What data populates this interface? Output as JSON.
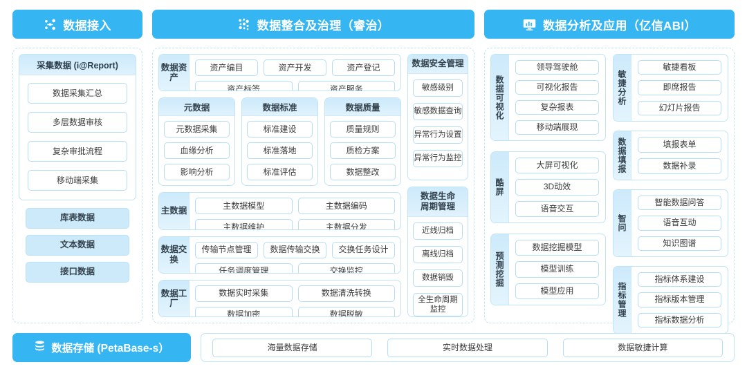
{
  "banners": {
    "accession": {
      "label": "数据接入",
      "icon": "nodes-icon",
      "color": "#35b6f2"
    },
    "governance": {
      "label": "数据整合及治理（睿治）",
      "icon": "dots-network-icon",
      "color": "#35b6f2"
    },
    "analysis": {
      "label": "数据分析及应用（亿信ABI）",
      "icon": "monitor-chart-icon",
      "color": "#35b6f2"
    },
    "storage": {
      "label": "数据存储 (PetaBase-s）",
      "icon": "database-icon",
      "color": "#35b6f2"
    }
  },
  "accession": {
    "card": {
      "title": "采集数据 (i@Report)",
      "items": [
        "数据采集汇总",
        "多层数据审核",
        "复杂审批流程",
        "移动端采集"
      ]
    },
    "sources": [
      "库表数据",
      "文本数据",
      "接口数据"
    ]
  },
  "governance": {
    "asset_row": {
      "label": "数据资产",
      "row1": [
        "资产编目",
        "资产开发",
        "资产登记"
      ],
      "row2": [
        "资产标签",
        "资产服务"
      ]
    },
    "meta_cards": [
      {
        "title": "元数据",
        "items": [
          "元数据采集",
          "血缘分析",
          "影响分析"
        ]
      },
      {
        "title": "数据标准",
        "items": [
          "标准建设",
          "标准落地",
          "标准评估"
        ]
      },
      {
        "title": "数据质量",
        "items": [
          "质量规则",
          "质检方案",
          "数据整改"
        ]
      }
    ],
    "master_row": {
      "label": "主数据",
      "row1": [
        "主数据模型",
        "主数据编码"
      ],
      "row2": [
        "主数据维护",
        "主数据分发"
      ]
    },
    "exchange_row": {
      "label": "数据交换",
      "row1": [
        "传输节点管理",
        "数据传输交换",
        "交换任务设计"
      ],
      "row2": [
        "任务调度管理",
        "交换监控"
      ]
    },
    "factory_row": {
      "label": "数据工厂",
      "row1": [
        "数据实时采集",
        "数据清洗转换"
      ],
      "row2": [
        "数据加密",
        "数据脱敏"
      ]
    },
    "security_card": {
      "title": "数据安全管理",
      "items": [
        "敏感级别",
        "敏感数据查询",
        "异常行为设置",
        "异常行为监控"
      ]
    },
    "lifecycle_card": {
      "title": "数据生命\n周期管理",
      "items": [
        "近线归档",
        "离线归档",
        "数据销毁"
      ],
      "last_item": "全生命周期\n监控"
    }
  },
  "analysis": {
    "left_groups": [
      {
        "label": "数据可视化",
        "items": [
          "领导驾驶舱",
          "可视化报告",
          "复杂报表",
          "移动端展现"
        ]
      },
      {
        "label": "酷屏",
        "items": [
          "大屏可视化",
          "3D动效",
          "语音交互"
        ]
      },
      {
        "label": "预测挖掘",
        "items": [
          "数据挖掘模型",
          "模型训练",
          "模型应用"
        ]
      }
    ],
    "right_groups": [
      {
        "label": "敏捷分析",
        "items": [
          "敏捷看板",
          "即席报告",
          "幻灯片报告"
        ]
      },
      {
        "label": "数据填报",
        "items": [
          "填报表单",
          "数据补录"
        ]
      },
      {
        "label": "智问",
        "items": [
          "智能数据问答",
          "语音互动",
          "知识图谱"
        ]
      },
      {
        "label": "指标管理",
        "items": [
          "指标体系建设",
          "指标版本管理",
          "指标数据分析"
        ]
      }
    ]
  },
  "storage": {
    "items": [
      "海量数据存储",
      "实时数据处理",
      "数据敏捷计算"
    ]
  }
}
